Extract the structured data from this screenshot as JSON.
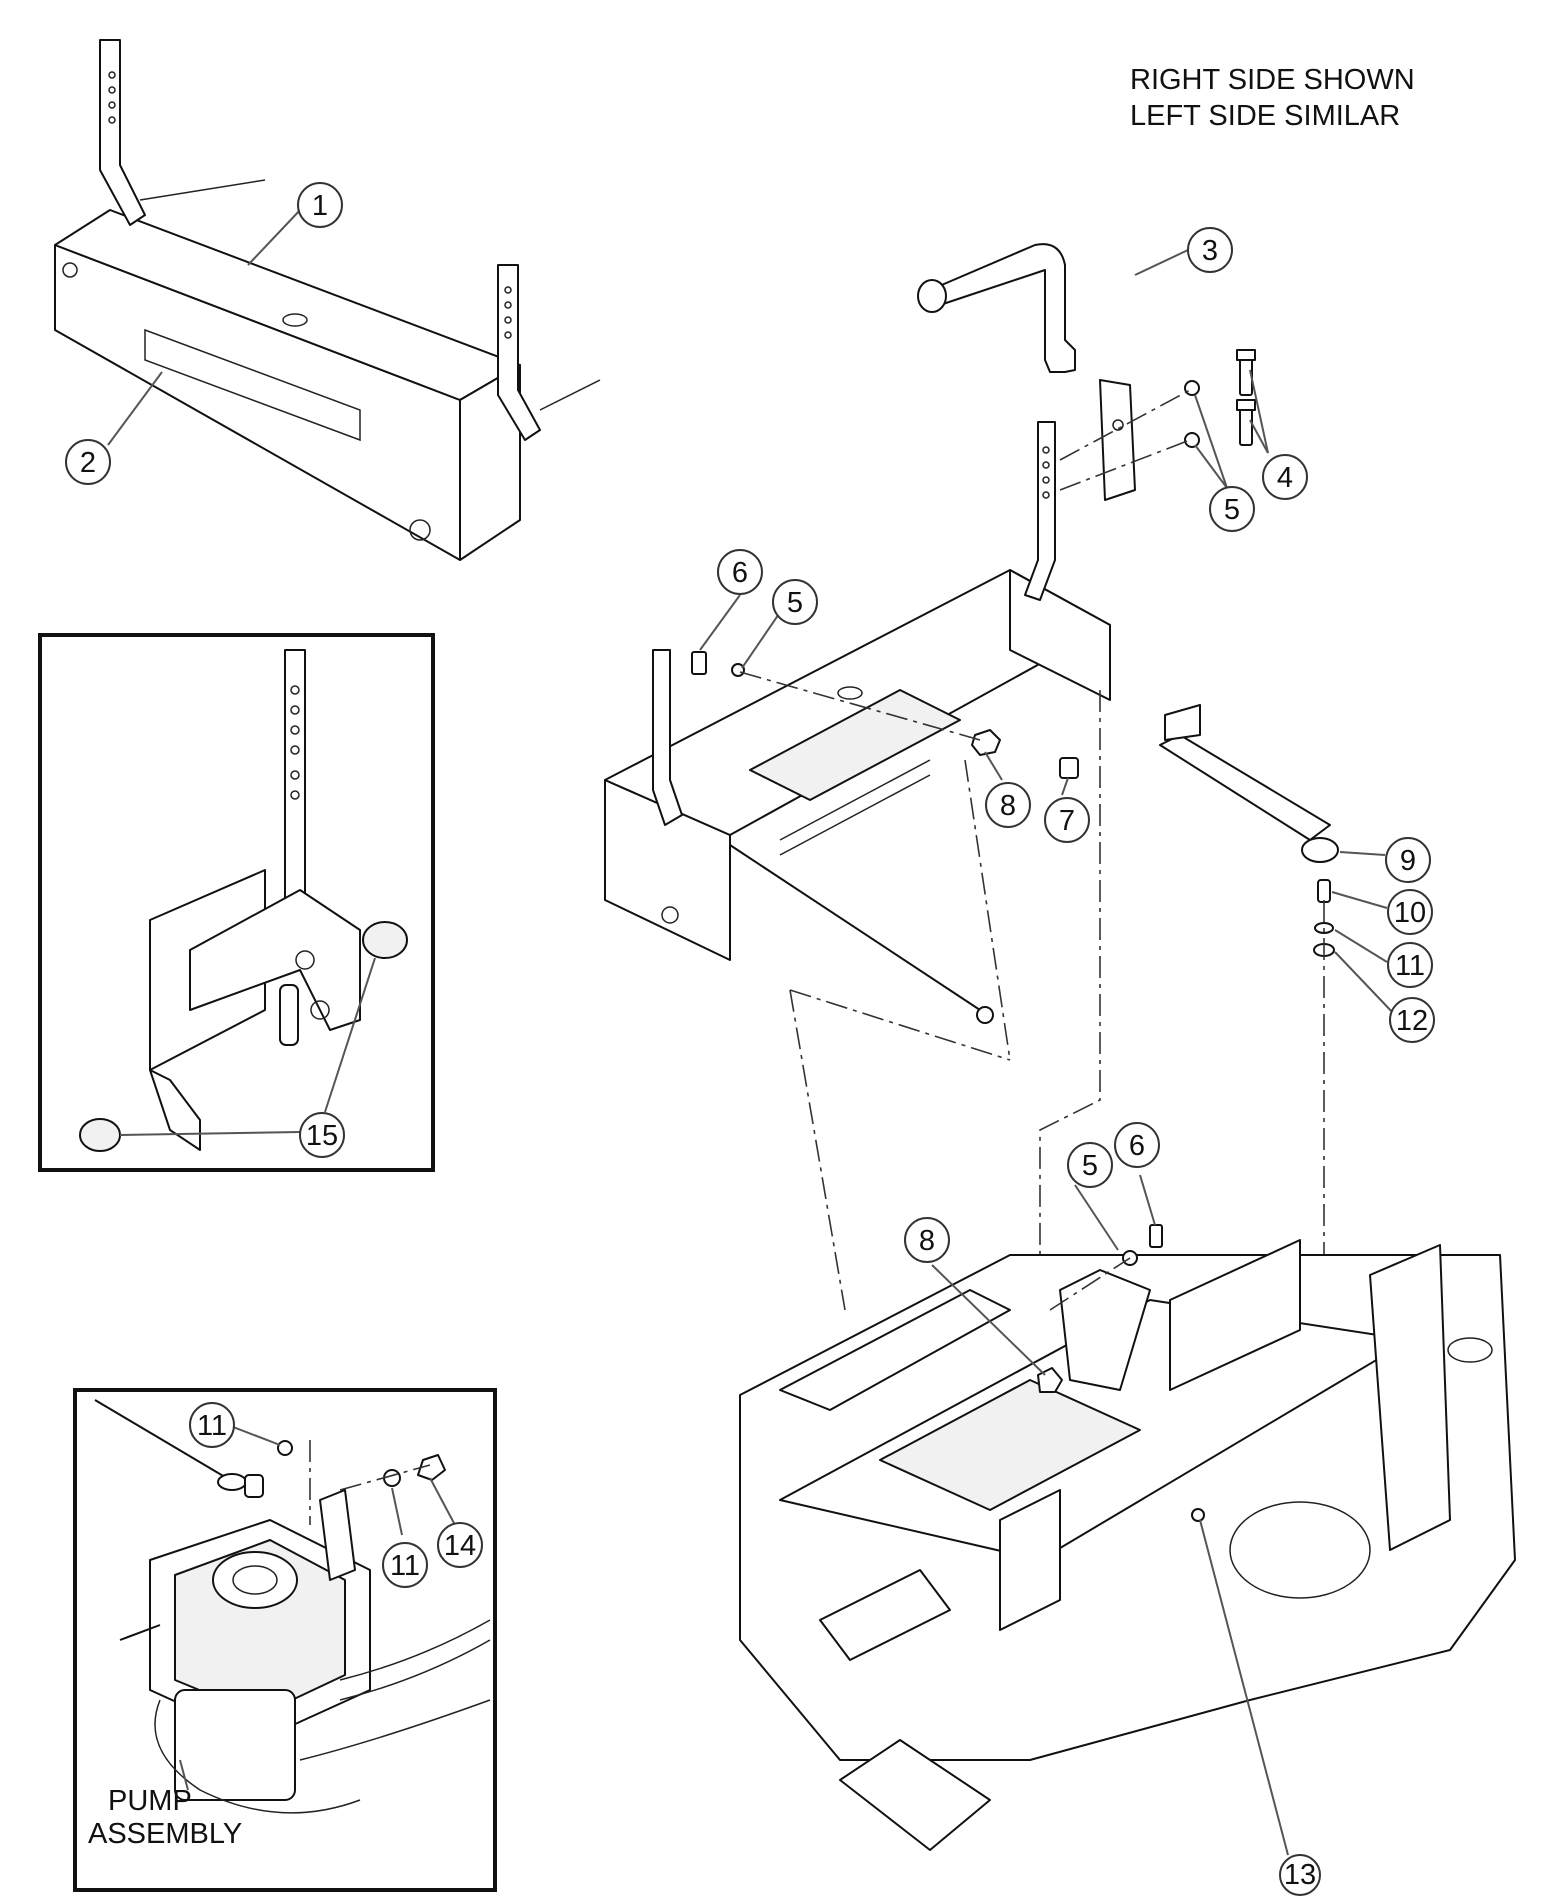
{
  "note": {
    "line1": "RIGHT SIDE SHOWN",
    "line2": "LEFT SIDE SIMILAR"
  },
  "pump_caption": {
    "line1": "PUMP",
    "line2": "ASSEMBLY"
  },
  "callouts": [
    {
      "id": "c1",
      "label": "1"
    },
    {
      "id": "c2",
      "label": "2"
    },
    {
      "id": "c3",
      "label": "3"
    },
    {
      "id": "c4",
      "label": "4"
    },
    {
      "id": "c5a",
      "label": "5"
    },
    {
      "id": "c5b",
      "label": "5"
    },
    {
      "id": "c5c",
      "label": "5"
    },
    {
      "id": "c6a",
      "label": "6"
    },
    {
      "id": "c6b",
      "label": "6"
    },
    {
      "id": "c7",
      "label": "7"
    },
    {
      "id": "c8a",
      "label": "8"
    },
    {
      "id": "c8b",
      "label": "8"
    },
    {
      "id": "c9",
      "label": "9"
    },
    {
      "id": "c10",
      "label": "10"
    },
    {
      "id": "c11a",
      "label": "11"
    },
    {
      "id": "c11b",
      "label": "11"
    },
    {
      "id": "c11c",
      "label": "11"
    },
    {
      "id": "c12",
      "label": "12"
    },
    {
      "id": "c13",
      "label": "13"
    },
    {
      "id": "c14",
      "label": "14"
    },
    {
      "id": "c15",
      "label": "15"
    }
  ],
  "colors": {
    "line": "#111111",
    "leader": "#555555",
    "fill": "#ffffff"
  }
}
